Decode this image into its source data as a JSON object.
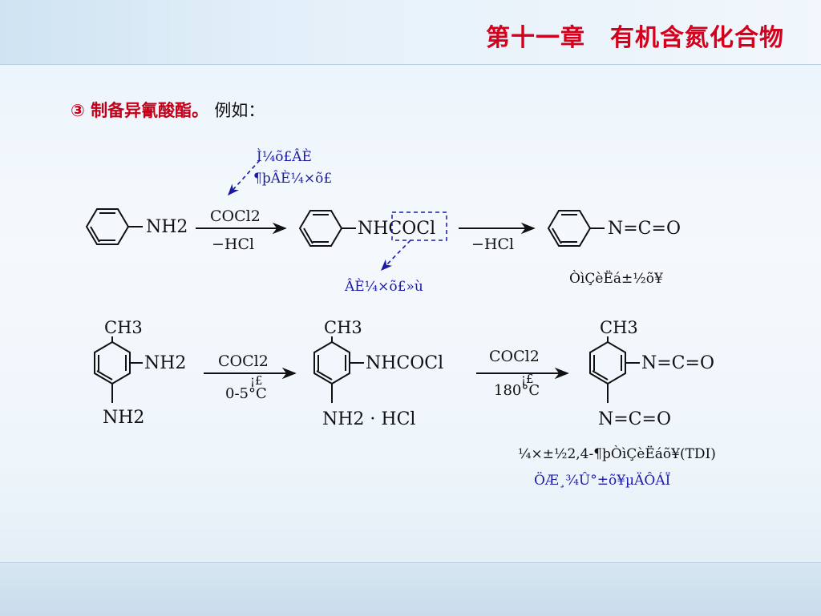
{
  "header": {
    "chapter_title": "第十一章　有机含氮化合物"
  },
  "section": {
    "number": "③",
    "title": "制备异氰酸酯。",
    "suffix": "例如："
  },
  "reaction1": {
    "reactant_group": "NH2",
    "reagent": "COCl2",
    "byproduct1": "−HCl",
    "intermediate": "NHCOCl",
    "byproduct2": "−HCl",
    "product": "N=C=O",
    "annotation_top_line1": "Ì¼õ£ÂÈ",
    "annotation_top_line2": "¶þÂÈ¼×õ£",
    "annotation_bottom": "ÂÈ¼×õ£»ù",
    "product_name": "ÒìÇèËá±½õ¥"
  },
  "reaction2": {
    "methyl": "CH3",
    "amino": "NH2",
    "amino_bottom": "NH2",
    "reagent1": "COCl2",
    "condition1_mark": "¡£",
    "condition1": "0-5°C",
    "intermediate_group": "NHCOCl",
    "intermediate_salt": "NH2 · HCl",
    "reagent2": "COCl2",
    "condition2_mark": "¡£",
    "condition2": "180°C",
    "product_group1": "N=C=O",
    "product_group2": "N=C=O",
    "product_name": "¼×±½2,4-¶þÒìÇèËáõ¥(TDI)",
    "product_use": "ÖÆ¸¾Û°±õ¥µÄÔ­ÁÏ"
  },
  "colors": {
    "title_red": "#d4001c",
    "annotation_blue": "#1a1aa6"
  }
}
